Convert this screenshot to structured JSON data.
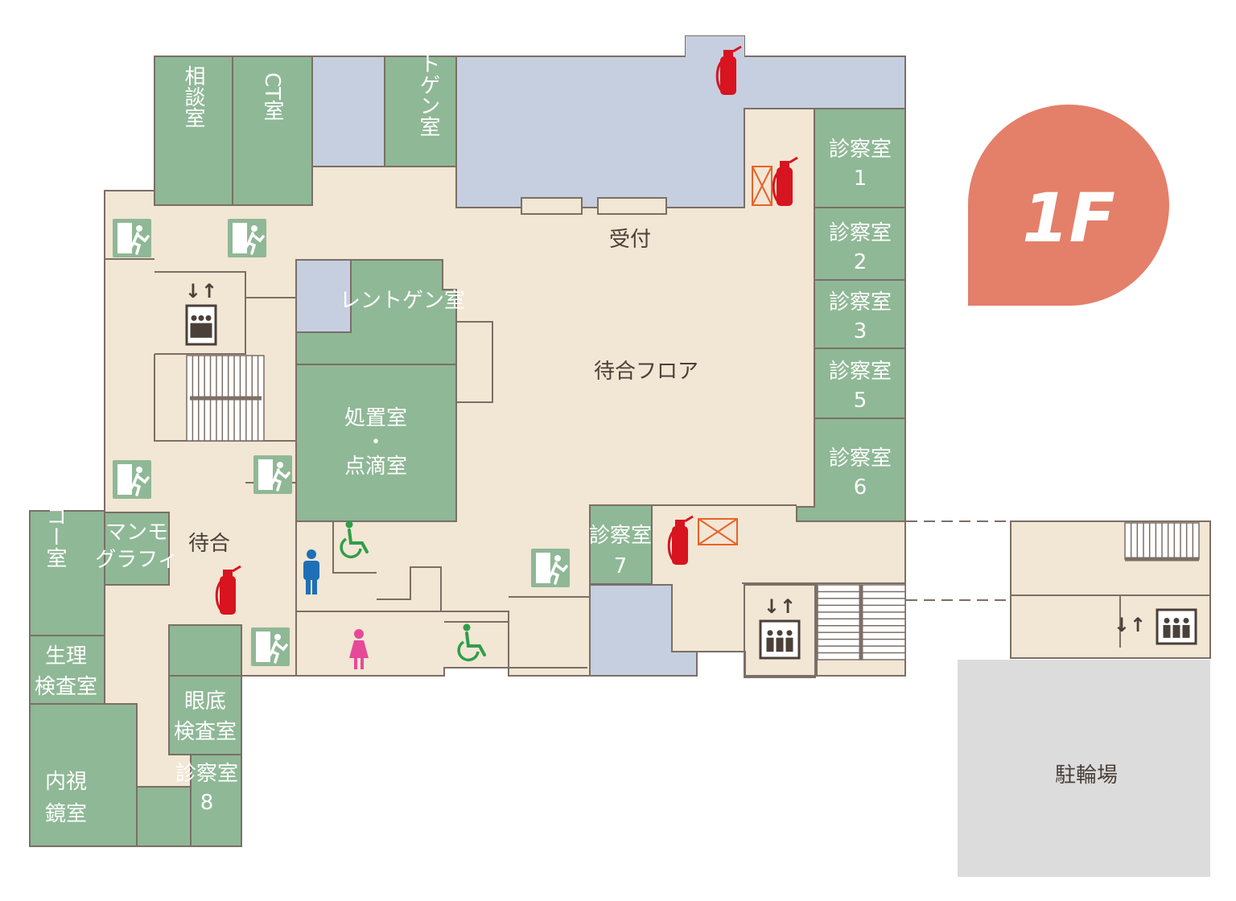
{
  "floor": "1F",
  "colors": {
    "corridor": "#f2e6d4",
    "room": "#8fb896",
    "blue_room": "#c5cfe0",
    "wall": "#7b6f66",
    "floor_badge": "#e47f6a",
    "parking": "#dcdcdc",
    "extinguisher": "#d7141f",
    "exit_sign": "#8fb896",
    "wc_men": "#1f6fb6",
    "wc_women": "#e64a97",
    "wheelchair": "#2f9e4a"
  },
  "labels": {
    "consult": "相談室",
    "ct": "CT室",
    "xray_top": "レントゲン室",
    "exam1": "診察室\n1",
    "exam2": "診察室\n2",
    "exam3": "診察室\n3",
    "exam5": "診察室\n5",
    "exam6": "診察室\n6",
    "exam7": "診察室\n7",
    "exam8": "診察室\n8",
    "reception": "受付",
    "xray_mid": "レントゲン室",
    "treatment": "処置室\n・\n点滴室",
    "waiting_floor": "待合フロア",
    "waiting": "待合",
    "mammo": "マンモ\nグラフィ",
    "echo": "エコー室",
    "physio": "生理\n検査室",
    "fundus": "眼底\n検査室",
    "endoscopy": "内視\n鏡室",
    "bicycle_parking": "駐輪場"
  }
}
